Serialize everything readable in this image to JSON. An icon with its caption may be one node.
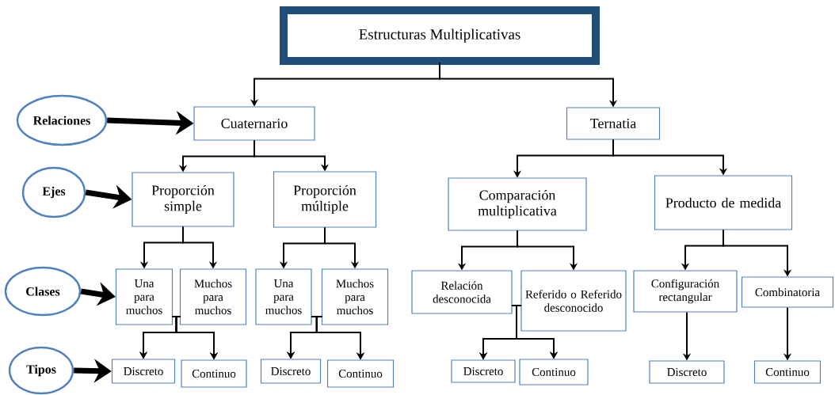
{
  "diagram": {
    "nodes": [
      {
        "text": [
          "Estructuras Multiplicativas"
        ]
      },
      {
        "text": [
          "Relaciones"
        ]
      },
      {
        "text": [
          "Cuaternario"
        ]
      },
      {
        "text": [
          "Ternatia"
        ]
      },
      {
        "text": [
          "Ejes"
        ]
      },
      {
        "text": [
          "Proporción simple"
        ]
      },
      {
        "text": [
          "Proporción múltiple"
        ]
      },
      {
        "text": [
          "Comparación multiplicativa"
        ]
      },
      {
        "text": [
          "Producto de medida"
        ]
      },
      {
        "text": [
          "Clases"
        ]
      },
      {
        "text": [
          "Una para muchos"
        ]
      },
      {
        "text": [
          "Muchos para muchos"
        ]
      },
      {
        "text": [
          "Una para muchos"
        ]
      },
      {
        "text": [
          "Muchos para muchos"
        ]
      },
      {
        "text": [
          "Relación desconocida"
        ]
      },
      {
        "text": [
          "Referido o Referido desconocido"
        ]
      },
      {
        "text": [
          "Configuración rectangular"
        ]
      },
      {
        "text": [
          "Combinatoria"
        ]
      },
      {
        "text": [
          "Tipos"
        ]
      },
      {
        "text": [
          "Discreto"
        ]
      },
      {
        "text": [
          "Continuo"
        ]
      },
      {
        "text": [
          "Discreto"
        ]
      },
      {
        "text": [
          "Continuo"
        ]
      },
      {
        "text": [
          "Discreto"
        ]
      },
      {
        "text": [
          "Continuo"
        ]
      },
      {
        "text": [
          "Discreto"
        ]
      },
      {
        "text": [
          "Continuo"
        ]
      }
    ],
    "edges": [
      {
        "from": 0,
        "to": 2,
        "arrow": "to"
      },
      {
        "from": 0,
        "to": 3,
        "arrow": "to"
      },
      {
        "from": 1,
        "to": 2,
        "arrow": "to",
        "style": "thick"
      },
      {
        "from": 4,
        "to": 5,
        "arrow": "to",
        "style": "thick"
      },
      {
        "from": 2,
        "to": 5,
        "arrow": "to"
      },
      {
        "from": 2,
        "to": 6,
        "arrow": "to"
      },
      {
        "from": 3,
        "to": 7,
        "arrow": "to"
      },
      {
        "from": 3,
        "to": 8,
        "arrow": "to"
      },
      {
        "from": 9,
        "to": 10,
        "arrow": "to",
        "style": "thick"
      },
      {
        "from": 5,
        "to": 10,
        "arrow": "to"
      },
      {
        "from": 5,
        "to": 11,
        "arrow": "to"
      },
      {
        "from": 6,
        "to": 12,
        "arrow": "to"
      },
      {
        "from": 6,
        "to": 13,
        "arrow": "to"
      },
      {
        "from": 7,
        "to": 14,
        "arrow": "to"
      },
      {
        "from": 7,
        "to": 15,
        "arrow": "to"
      },
      {
        "from": 8,
        "to": 16,
        "arrow": "to"
      },
      {
        "from": 8,
        "to": 17,
        "arrow": "to"
      },
      {
        "from": 18,
        "to": 19,
        "arrow": "to",
        "style": "thick"
      },
      {
        "from": 10,
        "to": 19,
        "arrow": "to"
      },
      {
        "from": 10,
        "to": 20,
        "arrow": "to"
      },
      {
        "from": 11,
        "to": 19,
        "arrow": "to"
      },
      {
        "from": 11,
        "to": 20,
        "arrow": "to"
      },
      {
        "from": 12,
        "to": 21,
        "arrow": "to"
      },
      {
        "from": 12,
        "to": 22,
        "arrow": "to"
      },
      {
        "from": 13,
        "to": 21,
        "arrow": "to"
      },
      {
        "from": 13,
        "to": 22,
        "arrow": "to"
      },
      {
        "from": 14,
        "to": 23,
        "arrow": "to"
      },
      {
        "from": 14,
        "to": 24,
        "arrow": "to"
      },
      {
        "from": 15,
        "to": 23,
        "arrow": "to"
      },
      {
        "from": 15,
        "to": 24,
        "arrow": "to"
      },
      {
        "from": 16,
        "to": 25,
        "arrow": "to"
      },
      {
        "from": 17,
        "to": 26,
        "arrow": "to"
      }
    ]
  }
}
